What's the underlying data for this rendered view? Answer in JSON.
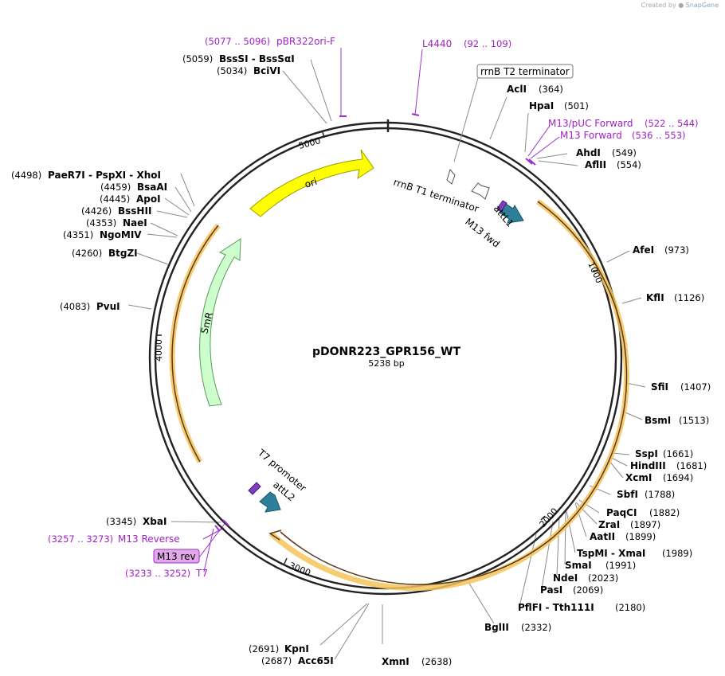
{
  "attribution": {
    "prefix": "Created by",
    "brand": "SnapGene"
  },
  "plasmid": {
    "name": "pDONR223_GPR156_WT",
    "length_label": "5238 bp",
    "length": 5238
  },
  "ticks": [
    "1000",
    "2000",
    "3000",
    "4000",
    "5000"
  ],
  "features": [
    {
      "label": "ori",
      "color": "#ffff00",
      "stroke": "#9a9a00"
    },
    {
      "label": "SmR",
      "color": "#ccffcc",
      "stroke": "#5a9a5a"
    },
    {
      "label": "attL1",
      "color": "#2e7f99"
    },
    {
      "label": "attL2",
      "color": "#2e7f99"
    },
    {
      "label": "M13 fwd",
      "color": "#7f3fbf"
    },
    {
      "label": "T7 promoter",
      "color": "#7f3fbf"
    },
    {
      "label": "rrnB T1 terminator",
      "color": "#ffffff"
    },
    {
      "label": "rrnB T2 terminator",
      "color": "#ffffff"
    },
    {
      "label": "M13 rev",
      "color": "#e2a8e8"
    }
  ],
  "sites": [
    {
      "name": "AclI",
      "pos": "(364)"
    },
    {
      "name": "HpaI",
      "pos": "(501)"
    },
    {
      "name": "AhdI",
      "pos": "(549)"
    },
    {
      "name": "AflII",
      "pos": "(554)"
    },
    {
      "name": "AfeI",
      "pos": "(973)"
    },
    {
      "name": "KflI",
      "pos": "(1126)"
    },
    {
      "name": "SfiI",
      "pos": "(1407)"
    },
    {
      "name": "BsmI",
      "pos": "(1513)"
    },
    {
      "name": "SspI",
      "pos": "(1661)"
    },
    {
      "name": "HindIII",
      "pos": "(1681)"
    },
    {
      "name": "XcmI",
      "pos": "(1694)"
    },
    {
      "name": "SbfI",
      "pos": "(1788)"
    },
    {
      "name": "PaqCI",
      "pos": "(1882)"
    },
    {
      "name": "ZraI",
      "pos": "(1897)"
    },
    {
      "name": "AatII",
      "pos": "(1899)"
    },
    {
      "name": "TspMI - XmaI",
      "pos": "(1989)"
    },
    {
      "name": "SmaI",
      "pos": "(1991)"
    },
    {
      "name": "NdeI",
      "pos": "(2023)"
    },
    {
      "name": "PasI",
      "pos": "(2069)"
    },
    {
      "name": "PflFI - Tth111I",
      "pos": "(2180)"
    },
    {
      "name": "BglII",
      "pos": "(2332)"
    },
    {
      "name": "XmnI",
      "pos": "(2638)"
    },
    {
      "name": "Acc65I",
      "pos": "(2687)"
    },
    {
      "name": "KpnI",
      "pos": "(2691)"
    },
    {
      "name": "XbaI",
      "pos": "(3345)"
    },
    {
      "name": "PvuI",
      "pos": "(4083)"
    },
    {
      "name": "BtgZI",
      "pos": "(4260)"
    },
    {
      "name": "NgoMIV",
      "pos": "(4351)"
    },
    {
      "name": "NaeI",
      "pos": "(4353)"
    },
    {
      "name": "BssHII",
      "pos": "(4426)"
    },
    {
      "name": "ApoI",
      "pos": "(4445)"
    },
    {
      "name": "BsaAI",
      "pos": "(4459)"
    },
    {
      "name": "PaeR7I - PspXI - XhoI",
      "pos": "(4498)"
    },
    {
      "name": "BciVI",
      "pos": "(5034)"
    },
    {
      "name": "BssSI - BssSαI",
      "pos": "(5059)"
    }
  ],
  "primers": [
    {
      "name": "pBR322ori-F",
      "pos": "(5077 .. 5096)"
    },
    {
      "name": "L4440",
      "pos": "(92 .. 109)"
    },
    {
      "name": "M13/pUC Forward",
      "pos": "(522 .. 544)"
    },
    {
      "name": "M13 Forward",
      "pos": "(536 .. 553)"
    },
    {
      "name": "M13 Reverse",
      "pos": "(3257 .. 3273)"
    },
    {
      "name": "T7",
      "pos": "(3233 .. 3252)"
    }
  ],
  "colors": {
    "orf_arc": "#f5c45a",
    "orf_core": "#5a3a1a",
    "primer": "#9b30d0",
    "backbone": "#222222"
  }
}
